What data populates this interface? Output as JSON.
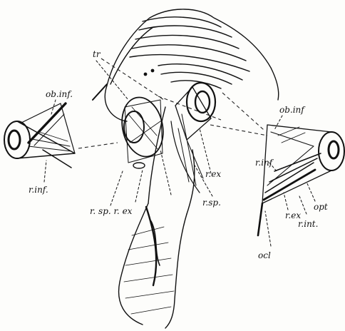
{
  "figure": {
    "labels": {
      "tr": "tr",
      "ob_inf_left": "ob.inf.",
      "r_inf_left": "r.inf.",
      "r_sp_r_ex": "r. sp. r. ex",
      "r_ex_mid": "r.ex",
      "r_sp_mid": "r.sp.",
      "ob_inf_right": "ob.inf",
      "r_inf_right": "r.inf",
      "r_ex_right": "r.ex",
      "opt": "opt",
      "r_int": "r.int.",
      "ocl": "ocl"
    }
  }
}
